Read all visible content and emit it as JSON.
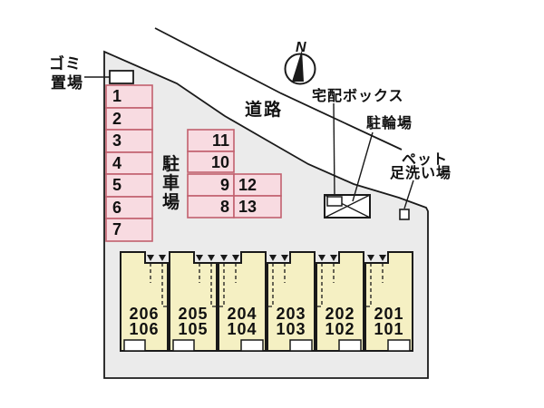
{
  "plan": {
    "north_label": "N",
    "road_label": "道路",
    "garbage_label_line1": "ゴミ",
    "garbage_label_line2": "置場",
    "parking_lot_label_char1": "駐",
    "parking_lot_label_char2": "車",
    "parking_lot_label_char3": "場",
    "delivery_box_label": "宅配ボックス",
    "bicycle_parking_label": "駐輪場",
    "pet_wash_label_line1": "ペット",
    "pet_wash_label_line2": "足洗い場",
    "parking_spots_left": [
      "1",
      "2",
      "3",
      "4",
      "5",
      "6",
      "7"
    ],
    "parking_spots_middle": [
      "11",
      "10",
      "9",
      "12",
      "8",
      "13"
    ],
    "units": [
      {
        "second_floor": "206",
        "first_floor": "106"
      },
      {
        "second_floor": "205",
        "first_floor": "105"
      },
      {
        "second_floor": "204",
        "first_floor": "104"
      },
      {
        "second_floor": "203",
        "first_floor": "103"
      },
      {
        "second_floor": "202",
        "first_floor": "102"
      },
      {
        "second_floor": "201",
        "first_floor": "101"
      }
    ],
    "colors": {
      "background": "#ffffff",
      "site_fill": "#ebebeb",
      "parking_fill": "#f8dbe1",
      "parking_border": "#c2606e",
      "building_fill": "#f5f0c3",
      "outline": "#1a1a1a"
    }
  }
}
